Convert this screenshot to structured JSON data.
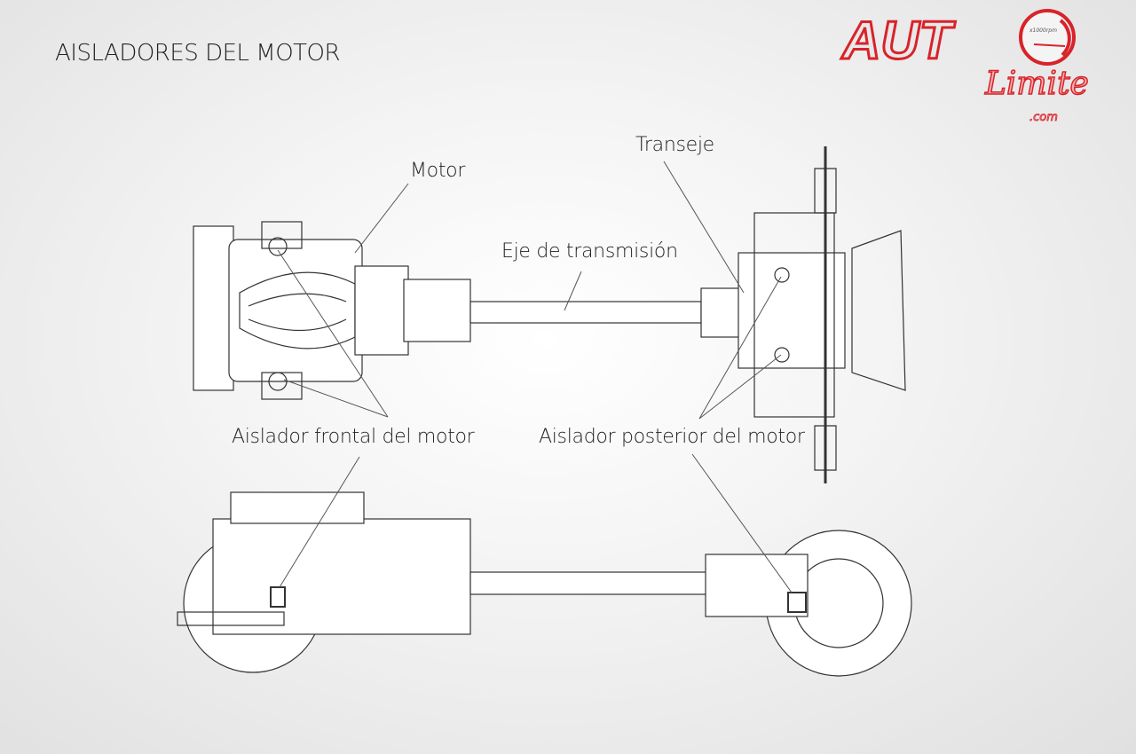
{
  "title": "AISLADORES DEL MOTOR",
  "labels": {
    "motor": "Motor",
    "transeje": "Transeje",
    "eje": "Eje de transmisión",
    "aislador_frontal": "Aislador frontal del motor",
    "aislador_posterior": "Aislador posterior del motor"
  },
  "logo": {
    "auto": "AUTO",
    "limite": "Limite",
    "com": ".com",
    "gauge_unit": "x1000rpm",
    "colors": {
      "red": "#d8232a",
      "silver": "#e8e8e8"
    }
  }
}
